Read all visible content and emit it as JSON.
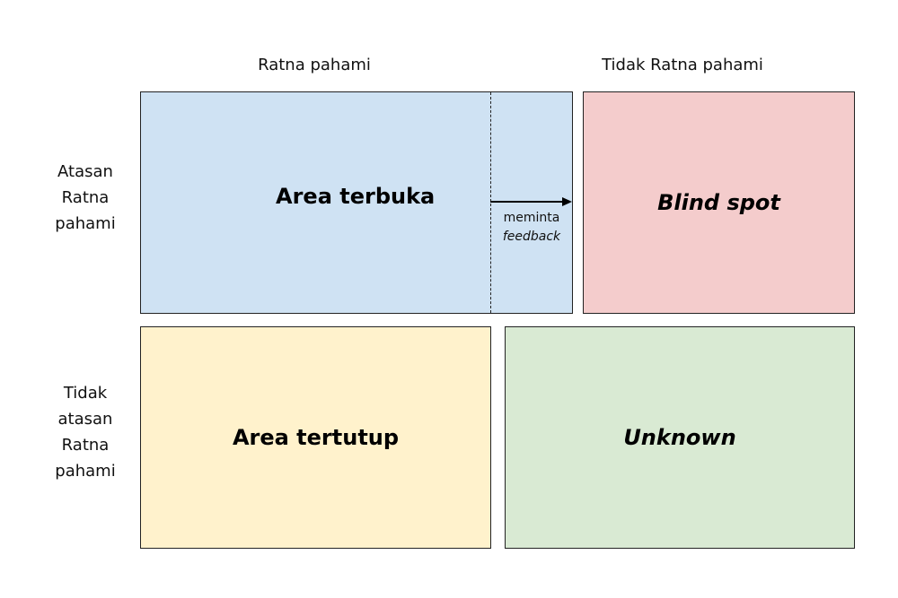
{
  "columns": [
    "Ratna pahami",
    "Tidak Ratna pahami"
  ],
  "rows": [
    "Atasan Ratna pahami",
    "Tidak atasan Ratna pahami"
  ],
  "quadrants": {
    "open": {
      "title": "Area terbuka",
      "color": "#cfe2f3"
    },
    "blind": {
      "title": "Blind spot",
      "color": "#f4cccc"
    },
    "hidden": {
      "title": "Area tertutup",
      "color": "#fff2cc"
    },
    "unknown": {
      "title": "Unknown",
      "color": "#d9ead3"
    }
  },
  "arrow": {
    "line1": "meminta",
    "line2": "feedback"
  }
}
